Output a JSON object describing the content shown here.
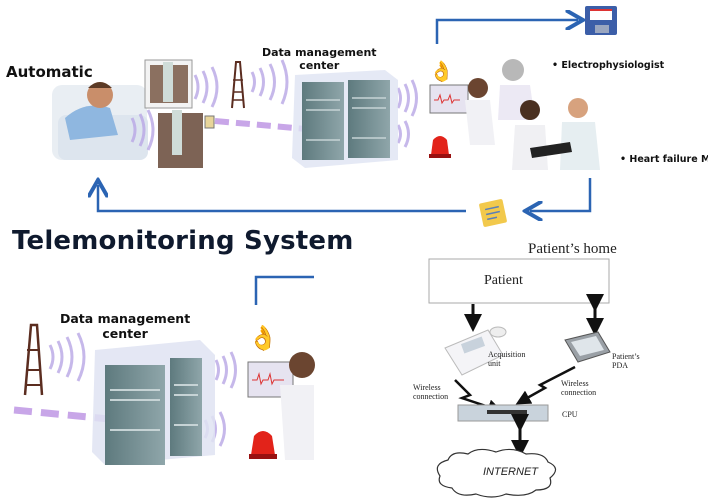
{
  "title": "Telemonitoring System",
  "top_diagram": {
    "mode_label": "Automatic",
    "data_center_label_line1": "Data management",
    "data_center_label_line2": "center",
    "roles": [
      "• Electrophysiologist",
      "• Heart failure MD"
    ],
    "icons": [
      "patient-in-bed-icon",
      "bedside-monitor-icon",
      "cell-tower-icon",
      "server-rack-icon",
      "ok-hand-icon",
      "alarm-siren-icon",
      "clinician-laptop-icon",
      "doctors-icon",
      "floppy-disk-icon",
      "clipboard-icon"
    ],
    "colors": {
      "arrow": "#2b64b3",
      "signal": "#b9a7e6"
    }
  },
  "bottom_left_diagram": {
    "data_center_label_line1": "Data management",
    "data_center_label_line2": "center"
  },
  "patient_home_diagram": {
    "heading": "Patient’s home",
    "patient_box": "Patient",
    "acquisition_line1": "Acquisition",
    "acquisition_line2": "unit",
    "pda_line1": "Patient’s",
    "pda_line2": "PDA",
    "wireless_left_line1": "Wireless",
    "wireless_left_line2": "connection",
    "wireless_right_line1": "Wireless",
    "wireless_right_line2": "connection",
    "cpu": "CPU",
    "cloud": "INTERNET"
  }
}
